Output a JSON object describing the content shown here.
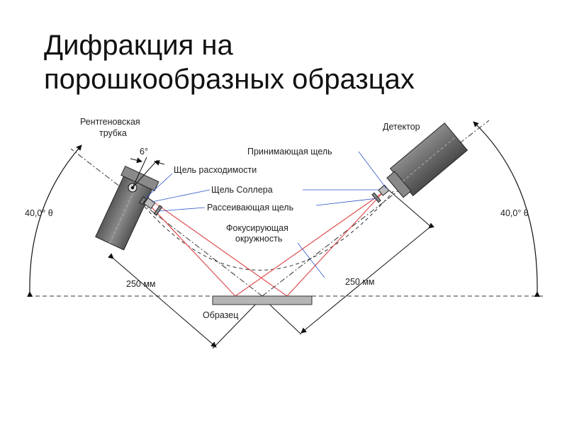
{
  "title": {
    "line1": "Дифракция на",
    "line2": "порошкообразных образцах"
  },
  "labels": {
    "xray_tube_line1": "Рентгеновская",
    "xray_tube_line2": "трубка",
    "divergence_angle": "6°",
    "divergence_slit": "Щель расходимости",
    "soller_slit": "Щель Соллера",
    "scatter_slit": "Рассеивающая щель",
    "focusing_circle_line1": "Фокусирующая",
    "focusing_circle_line2": "окружность",
    "receiving_slit": "Принимающая щель",
    "detector": "Детектор",
    "left_angle": "40,0° θ",
    "right_angle": "40,0° θ",
    "left_distance": "250 мм",
    "right_distance": "250 мм",
    "sample": "Образец"
  },
  "colors": {
    "beam": "#e05050",
    "tube_body": "#707070",
    "detector_body": "#6a6a6a",
    "sample": "#b5b5b5"
  }
}
